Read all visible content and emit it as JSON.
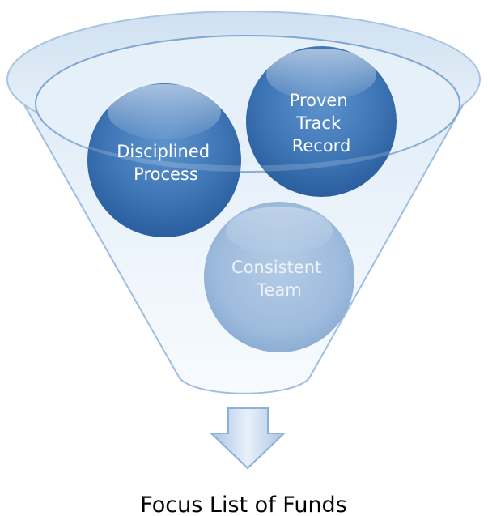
{
  "funnel": {
    "circles": [
      {
        "id": "disciplined-process",
        "lines": [
          "Disciplined",
          "Process"
        ]
      },
      {
        "id": "proven-track-record",
        "lines": [
          "Proven",
          "Track",
          "Record"
        ]
      },
      {
        "id": "consistent-team",
        "lines": [
          "Consistent",
          "Team"
        ]
      }
    ]
  },
  "output": {
    "label": "Focus List of Funds"
  }
}
